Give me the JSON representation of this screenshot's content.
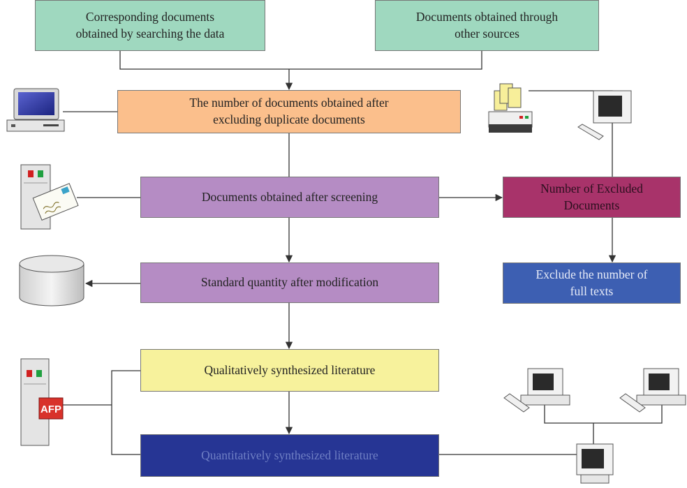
{
  "boxes": {
    "corresponding": {
      "lines": [
        "Corresponding documents",
        "obtained by searching the data"
      ],
      "fill": "#9fd8bf",
      "text_color": "#222222"
    },
    "other_sources": {
      "lines": [
        "Documents obtained through",
        "other sources"
      ],
      "fill": "#9fd8bf",
      "text_color": "#222222"
    },
    "no_duplicates": {
      "lines": [
        "The number of documents obtained after",
        "excluding duplicate documents"
      ],
      "fill": "#fbbf8c",
      "text_color": "#222222"
    },
    "screening": {
      "lines": [
        "Documents obtained after screening"
      ],
      "fill": "#b58cc4",
      "text_color": "#222222"
    },
    "excluded": {
      "lines": [
        "Number of Excluded",
        "Documents"
      ],
      "fill": "#a8336a",
      "text_color": "#2a0f1e"
    },
    "standard": {
      "lines": [
        "Standard quantity after modification"
      ],
      "fill": "#b58cc4",
      "text_color": "#222222"
    },
    "full_texts": {
      "lines": [
        "Exclude the number of",
        "full texts"
      ],
      "fill": "#3d5fb2",
      "text_color": "#e8ecf8"
    },
    "qualitative": {
      "lines": [
        "Qualitatively synthesized literature"
      ],
      "fill": "#f7f29c",
      "text_color": "#222222"
    },
    "quantitative": {
      "lines": [
        "Quantitatively synthesized literature"
      ],
      "fill": "#263594",
      "text_color": "#6f7fc4"
    }
  },
  "icons": {
    "server_badge": "AFP",
    "colors": {
      "line": "#333333",
      "server_red": "#d02020",
      "server_green": "#20a040",
      "badge_red": "#d8322a",
      "screen_blue": "#3a4ab8"
    }
  }
}
